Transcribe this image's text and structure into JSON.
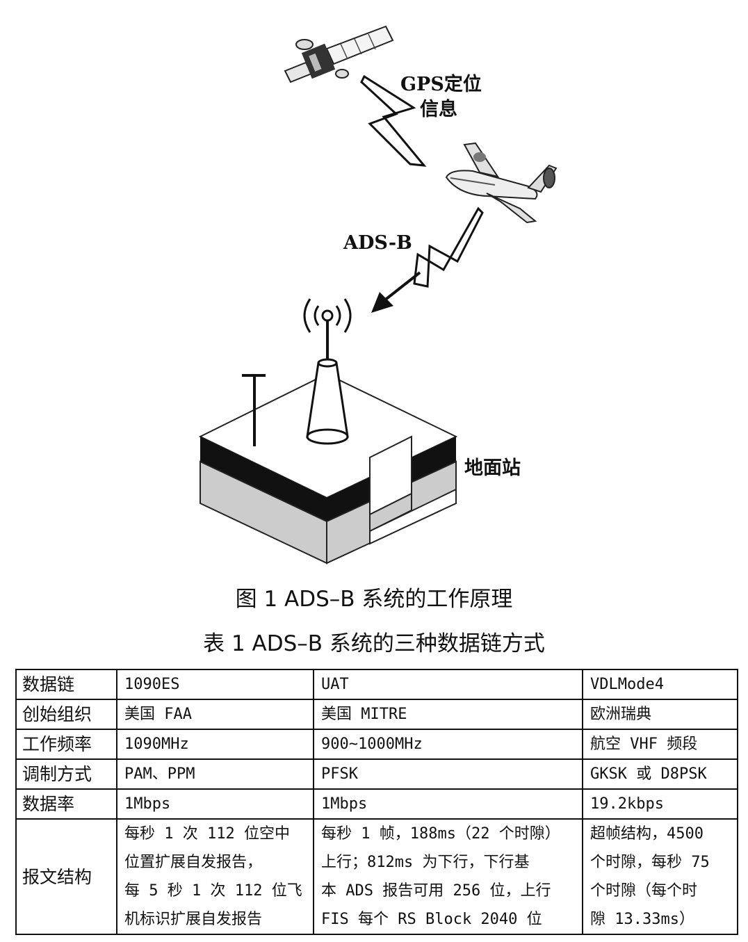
{
  "figure": {
    "labels": {
      "gps_line1": "GPS定位",
      "gps_line2": "信息",
      "adsb": "ADS-B",
      "ground_station": "地面站"
    },
    "caption": "图 1 ADS–B 系统的工作原理"
  },
  "table": {
    "caption": "表 1 ADS–B 系统的三种数据链方式",
    "rows": [
      {
        "head": "数据链",
        "c1": "1090ES",
        "c2": "UAT",
        "c3": "VDLMode4"
      },
      {
        "head": "创始组织",
        "c1": "美国 FAA",
        "c2": "美国 MITRE",
        "c3": "欧洲瑞典"
      },
      {
        "head": "工作频率",
        "c1": "1090MHz",
        "c2": "900~1000MHz",
        "c3": "航空 VHF 频段"
      },
      {
        "head": "调制方式",
        "c1": "PAM、PPM",
        "c2": "PFSK",
        "c3": "GKSK 或 D8PSK"
      },
      {
        "head": "数据率",
        "c1": "1Mbps",
        "c2": "1Mbps",
        "c3": "19.2kbps"
      }
    ],
    "message_row": {
      "head": "报文结构",
      "c1": [
        "每秒 1 次 112 位空中",
        "位置扩展自发报告，",
        "每 5 秒 1 次 112 位飞",
        "机标识扩展自发报告"
      ],
      "c2": [
        "每秒 1 帧，188ms（22 个时隙）",
        "上行；812ms 为下行，下行基",
        "本 ADS 报告可用 256 位，上行",
        "FIS 每个 RS Block 2040 位"
      ],
      "c3": [
        "超帧结构，4500",
        "个时隙，每秒 75",
        "个时隙（每个时",
        "隙 13.33ms）"
      ]
    }
  }
}
